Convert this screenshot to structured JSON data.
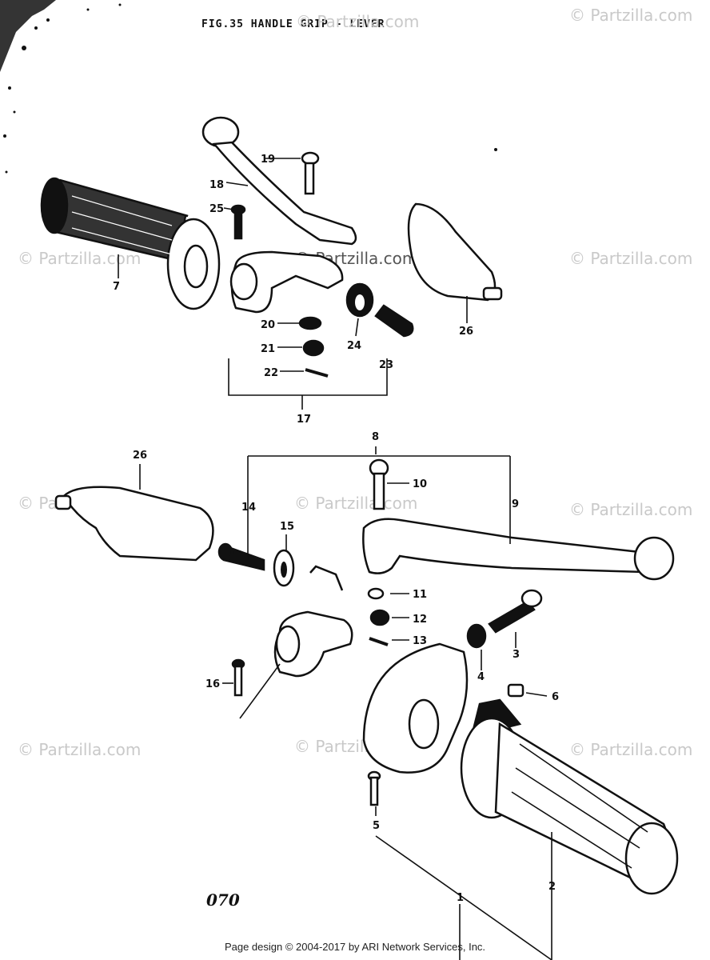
{
  "figure": {
    "title": "FIG.35  HANDLE GRIP - LEVER",
    "code": "070"
  },
  "watermark": {
    "text": "© Partzilla.com"
  },
  "callouts": {
    "c1": "1",
    "c2": "2",
    "c3": "3",
    "c4": "4",
    "c5": "5",
    "c6": "6",
    "c7": "7",
    "c8": "8",
    "c9": "9",
    "c10": "10",
    "c11": "11",
    "c12": "12",
    "c13": "13",
    "c14": "14",
    "c15": "15",
    "c16": "16",
    "c17": "17",
    "c18": "18",
    "c19": "19",
    "c20": "20",
    "c21": "21",
    "c22": "22",
    "c23": "23",
    "c24": "24",
    "c25": "25",
    "c26a": "26",
    "c26b": "26"
  },
  "footer": {
    "text": "Page design © 2004-2017 by ARI Network Services, Inc."
  }
}
